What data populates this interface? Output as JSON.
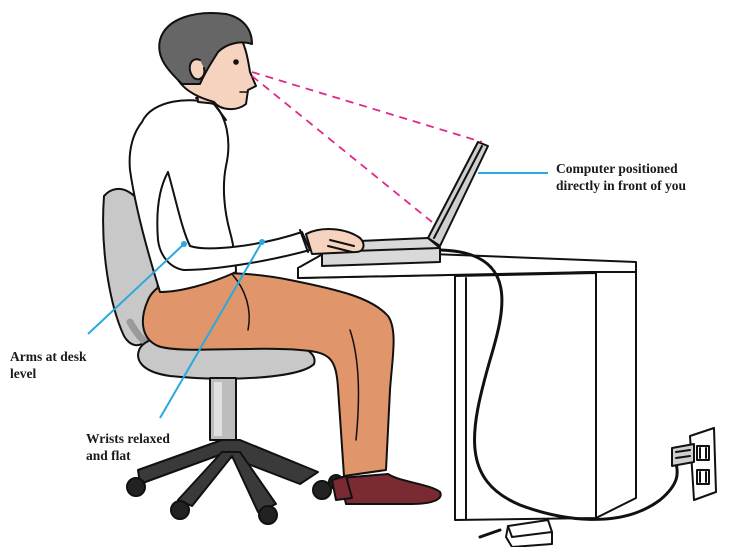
{
  "diagram": {
    "callouts": {
      "computer": [
        "Computer positioned",
        "directly in front of you"
      ],
      "arms": [
        "Arms at desk",
        "level"
      ],
      "wrists": [
        "Wrists relaxed",
        "and flat"
      ]
    },
    "colors": {
      "leader_line": "#29a9e0",
      "sight_line": "#e0288a",
      "shirt": "#ffffff",
      "trousers": "#e0956a",
      "shoes": "#7a2a33",
      "skin": "#f5d3be",
      "hair": "#666666",
      "chair": "#c8c8c8",
      "chair_base": "#3a3a3a",
      "outline": "#111111"
    },
    "icons": [
      "person-figure",
      "office-chair",
      "desk",
      "laptop",
      "power-adapter",
      "wall-outlet",
      "power-cable"
    ]
  }
}
